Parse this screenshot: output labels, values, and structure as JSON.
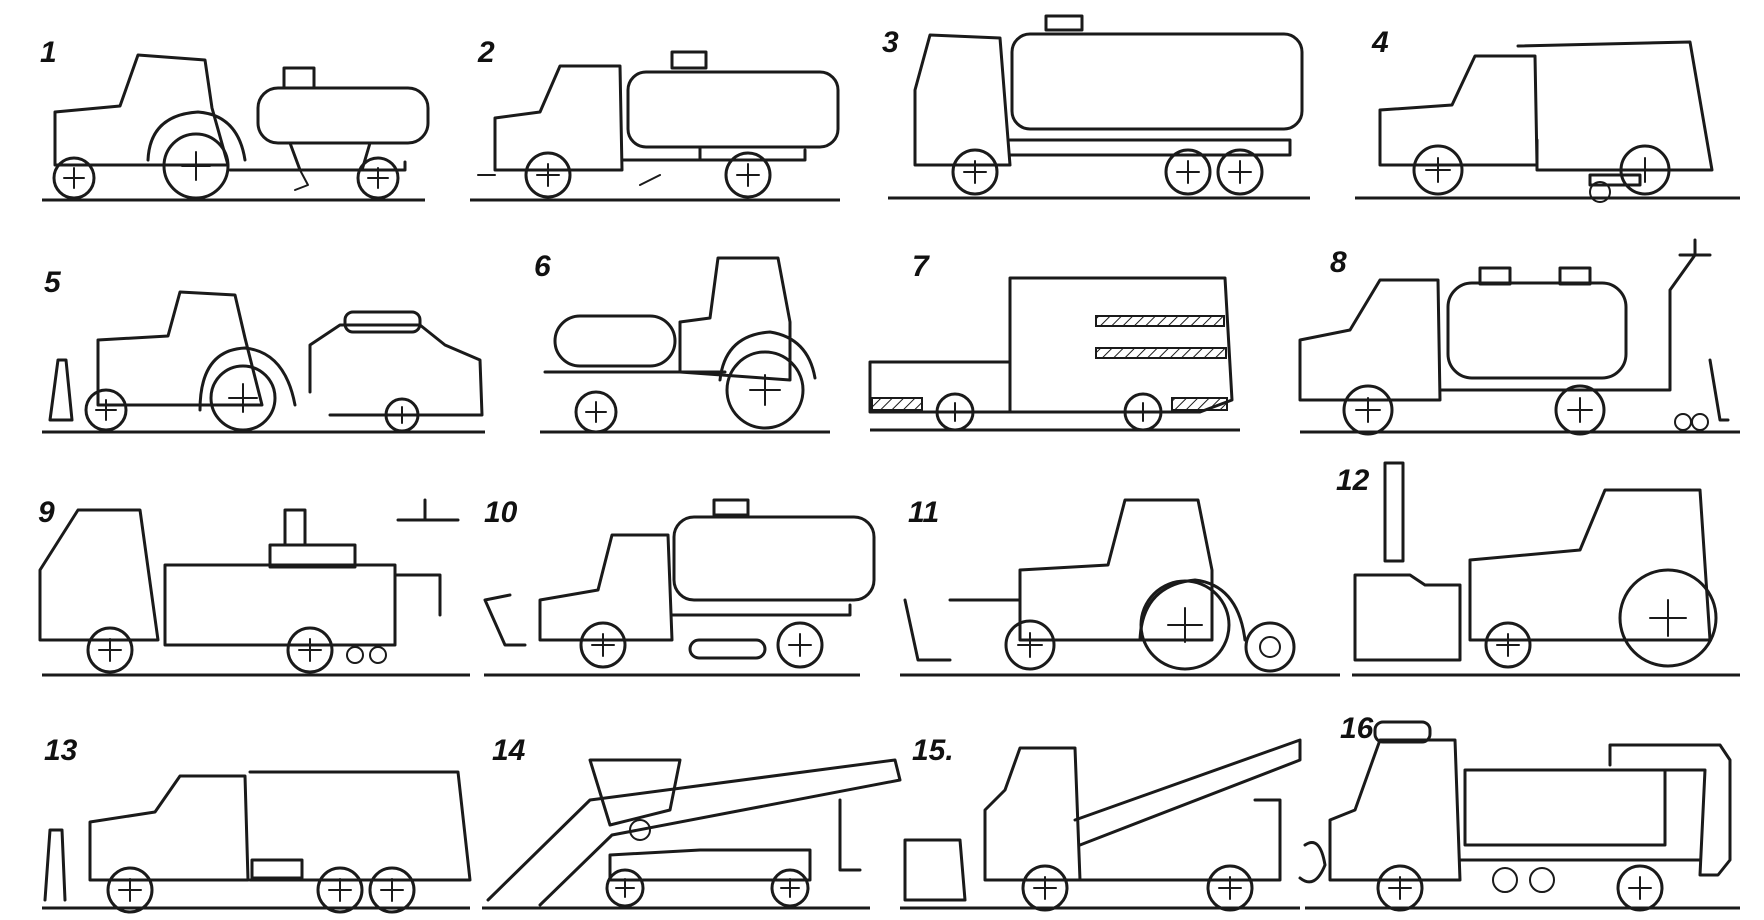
{
  "figure": {
    "labels": [
      "1",
      "2",
      "3",
      "4",
      "5",
      "6",
      "7",
      "8",
      "9",
      "10",
      "11",
      "12",
      "13",
      "14",
      "15.",
      "16"
    ],
    "vehicles": [
      {
        "label_index": 0,
        "kind": "tractor-with-tank-trailer"
      },
      {
        "label_index": 1,
        "kind": "truck-with-tank"
      },
      {
        "label_index": 2,
        "kind": "large-tanker-truck"
      },
      {
        "label_index": 3,
        "kind": "sweeper-truck"
      },
      {
        "label_index": 4,
        "kind": "tractor-with-plough-and-trailer"
      },
      {
        "label_index": 5,
        "kind": "tractor-with-front-tank"
      },
      {
        "label_index": 6,
        "kind": "spreader-vehicle"
      },
      {
        "label_index": 7,
        "kind": "truck-with-twin-tank-and-rear-plough"
      },
      {
        "label_index": 8,
        "kind": "road-machine-with-equipment"
      },
      {
        "label_index": 9,
        "kind": "bulldozer-truck-with-tank"
      },
      {
        "label_index": 10,
        "kind": "tractor-with-blade-and-roller"
      },
      {
        "label_index": 11,
        "kind": "tractor-with-front-stack"
      },
      {
        "label_index": 12,
        "kind": "box-truck-with-plough"
      },
      {
        "label_index": 13,
        "kind": "loader-with-conveyor"
      },
      {
        "label_index": 14,
        "kind": "truck-with-blade-and-conveyor"
      },
      {
        "label_index": 15,
        "kind": "truck-with-suction-hose"
      }
    ]
  }
}
